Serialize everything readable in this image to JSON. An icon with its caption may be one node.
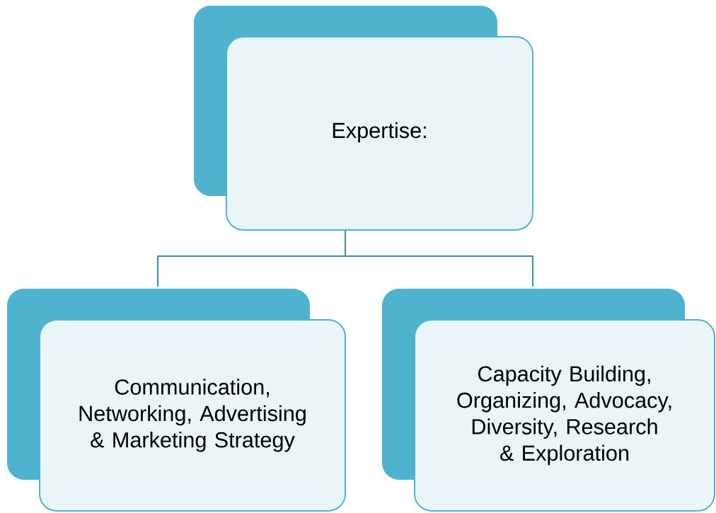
{
  "diagram": {
    "nodes": [
      {
        "text": [
          "Expertise:"
        ]
      },
      {
        "text": [
          "Communication, Networking, Advertising & Marketing Strategy"
        ]
      },
      {
        "text": [
          "Capacity Building, Organizing, Advocacy, Diversity, Research & Exploration"
        ]
      }
    ],
    "edges": [
      {
        "from": 0,
        "to": 1,
        "arrow": "none"
      },
      {
        "from": 0,
        "to": 2,
        "arrow": "none"
      }
    ]
  }
}
